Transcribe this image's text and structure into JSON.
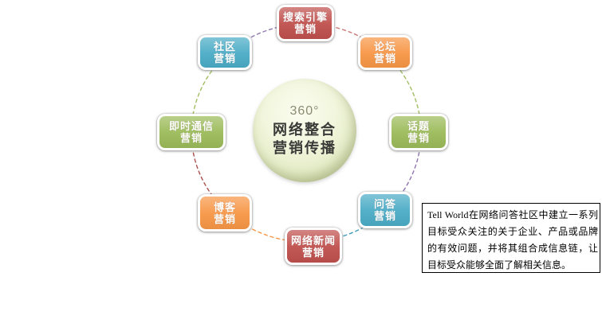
{
  "page": {
    "background": "#ffffff"
  },
  "center_circle": {
    "degree_label": "360°",
    "title_line1": "网络整合",
    "title_line2": "营销传播",
    "fill": "#e8efcf"
  },
  "nodes": {
    "search_engine": {
      "line1": "搜索引擎",
      "line2": "营销",
      "color": "#c0504d"
    },
    "forum": {
      "line1": "论坛",
      "line2": "营销",
      "color": "#f79646"
    },
    "topic": {
      "line1": "话题",
      "line2": "营销",
      "color": "#9bbb59"
    },
    "qa": {
      "line1": "问答",
      "line2": "营销",
      "color": "#4bacc6"
    },
    "news": {
      "line1": "网络新闻",
      "line2": "营销",
      "color": "#c0504d"
    },
    "blog": {
      "line1": "博客",
      "line2": "营销",
      "color": "#f79646"
    },
    "im": {
      "line1": "即时通信",
      "line2": "营销",
      "color": "#9bbb59"
    },
    "community": {
      "line1": "社区",
      "line2": "营销",
      "color": "#4bacc6"
    }
  },
  "connectors": [
    {
      "from": "search_engine",
      "to": "forum",
      "color": "#c97b79"
    },
    {
      "from": "forum",
      "to": "topic",
      "color": "#a2bd62"
    },
    {
      "from": "topic",
      "to": "qa",
      "color": "#8f76ae"
    },
    {
      "from": "qa",
      "to": "news",
      "color": "#3f9cba"
    },
    {
      "from": "news",
      "to": "blog",
      "color": "#f79646"
    },
    {
      "from": "blog",
      "to": "im",
      "color": "#aa4f4b"
    },
    {
      "from": "im",
      "to": "community",
      "color": "#a2bd62"
    },
    {
      "from": "community",
      "to": "search_engine",
      "color": "#8f76ae"
    }
  ],
  "note": {
    "text": "Tell World在网络问答社区中建立一系列目标受众关注的关于企业、产品或品牌的有效问题，并将其组合成信息链，让目标受众能够全面了解相关信息。"
  }
}
